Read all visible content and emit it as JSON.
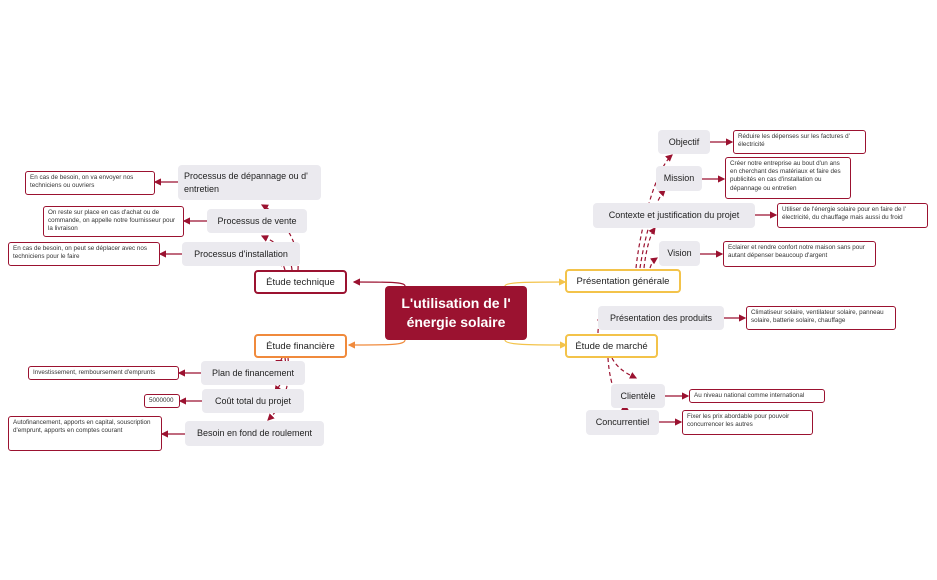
{
  "center": "L'utilisation de l' énergie solaire",
  "branches": {
    "etude_technique": "Étude technique",
    "etude_financiere": "Étude financière",
    "presentation_generale": "Présentation générale",
    "etude_marche": "Étude de marché"
  },
  "technique": {
    "depannage": "Processus de dépannage ou d' entretien",
    "depannage_note": "En cas de besoin, on va envoyer nos techniciens ou ouvriers",
    "vente": "Processus de vente",
    "vente_note": "On reste sur place en cas d'achat ou de commande, on appelle notre fournisseur pour la livraison",
    "installation": "Processus d'installation",
    "installation_note": "En cas de besoin, on peut se déplacer avec nos techniciens pour le faire"
  },
  "financiere": {
    "plan": "Plan de financement",
    "plan_note": "Investissement, remboursement d'emprunts",
    "cout": "Coût total du projet",
    "cout_note": "5000000",
    "besoin": "Besoin en fond de roulement",
    "besoin_note": "Autofinancement, apports en capital, souscription d'emprunt, apports en comptes courant"
  },
  "generale": {
    "objectif": "Objectif",
    "objectif_note": "Réduire les dépenses sur les factures d' électricité",
    "mission": "Mission",
    "mission_note": "Créer notre entreprise au bout d'un ans en cherchant des matériaux et faire des publicités en cas d'installation ou dépannage ou entretien",
    "contexte": "Contexte et justification du projet",
    "contexte_note": "Utiliser de l'énergie solaire pour en faire de l' électricité, du chauffage mais aussi du froid",
    "vision": "Vision",
    "vision_note": "Eclairer et rendre confort notre maison sans pour autant dépenser beaucoup d'argent"
  },
  "marche": {
    "produits": "Présentation des produits",
    "produits_note": "Climatiseur solaire, ventilateur solaire, panneau solaire, batterie solaire, chauffage",
    "clientele": "Clientèle",
    "clientele_note": "Au niveau national comme international",
    "concurrentiel": "Concurrentiel",
    "concurrentiel_note": "Fixer les prix abordable pour pouvoir concurrencer les autres"
  },
  "colors": {
    "crimson": "#9b1230",
    "orange": "#f08a3c",
    "yellow": "#f3c34a",
    "topic_bg": "#ebeaef"
  }
}
